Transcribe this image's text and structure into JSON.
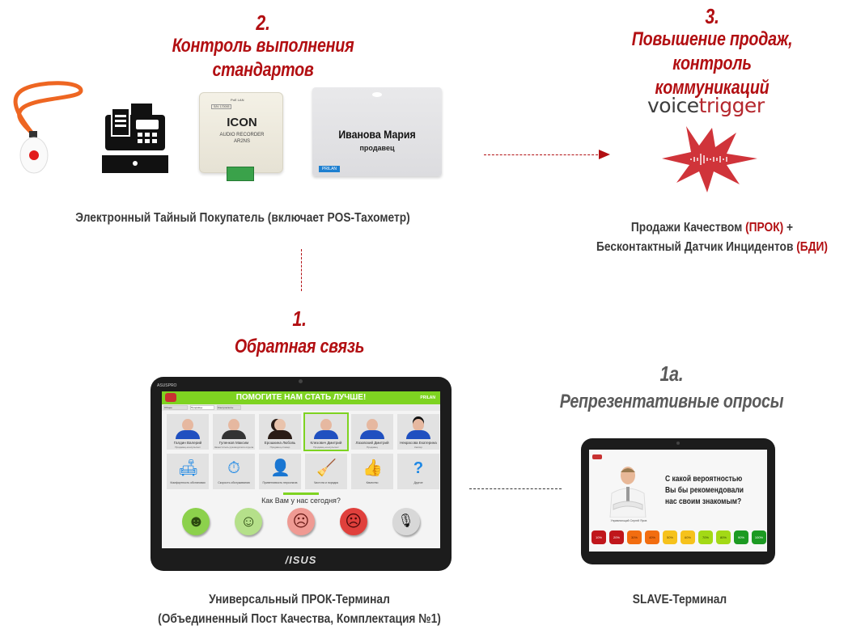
{
  "colors": {
    "accent_red": "#b20f12",
    "grey_heading": "#5a5a5a",
    "screen_green": "#7ed321"
  },
  "section2": {
    "number": "2.",
    "title": "Контроль выполнения стандартов"
  },
  "section3": {
    "number": "3.",
    "title_line1": "Повышение продаж,",
    "title_line2": "контроль коммуникаций"
  },
  "section1": {
    "number": "1.",
    "title": "Обратная связь"
  },
  "section1a": {
    "number": "1a.",
    "title": "Репрезентативные опросы"
  },
  "devices": {
    "recorder": {
      "brand": "ICON",
      "line1": "AUDIO RECORDER",
      "line2": "AR2NS",
      "top_label": "PoE LAN",
      "sn": "S/N: 170093"
    },
    "badge": {
      "name": "Иванова Мария",
      "role": "продавец",
      "logo": "PRILAN"
    }
  },
  "voicetrigger": {
    "part1": "voice",
    "part2": "trigger"
  },
  "captions": {
    "mystery_shopper": "Электронный Тайный Покупатель (включает POS-Тахометр)",
    "sales_line1_a": "Продажи Качеством ",
    "sales_line1_b": "(ПРОК)",
    "sales_line1_c": " +",
    "sales_line2_a": "Бесконтактный Датчик Инцидентов ",
    "sales_line2_b": "(БДИ)",
    "terminal_line1": "Универсальный ПРОК-Терминал",
    "terminal_line2": "(Объединенный Пост Качества, Комплектация №1)",
    "slave": "SLAVE-Терминал"
  },
  "terminal": {
    "device_brand": "ASUSPRO",
    "header": "ПОМОГИТЕ НАМ СТАТЬ ЛУЧШЕ!",
    "header_brand": "PRILAN",
    "tabs": [
      "Общее",
      "Продавцы",
      "Консультанты"
    ],
    "staff": [
      {
        "name": "Галдин Валерий",
        "role": "Продавец-консультант"
      },
      {
        "name": "Гуленков Максим",
        "role": "Заместитель руководителя отдела"
      },
      {
        "name": "Ерошкина Любовь",
        "role": "Продавец-стажер"
      },
      {
        "name": "Клезович Дмитрий",
        "role": "Продавец-консультант"
      },
      {
        "name": "Лазовский Дмитрий",
        "role": "Продавец"
      },
      {
        "name": "Некрасова Екатерина",
        "role": "Кассир"
      }
    ],
    "categories": [
      {
        "label": "Комфортность обстановки",
        "icon": "armchair-icon",
        "glyph": "🛋"
      },
      {
        "label": "Скорость обслуживания",
        "icon": "stopwatch-icon",
        "glyph": "⏱"
      },
      {
        "label": "Приветливость персонала",
        "icon": "person-icon",
        "glyph": "👤"
      },
      {
        "label": "Чистота и порядок",
        "icon": "broom-icon",
        "glyph": "🧹"
      },
      {
        "label": "Качество",
        "icon": "thumbs-up-icon",
        "glyph": "👍"
      },
      {
        "label": "Другое",
        "icon": "question-icon",
        "glyph": "?"
      }
    ],
    "question": "Как Вам у нас сегодня?",
    "faces": [
      {
        "name": "very-happy-face",
        "glyph": "☻",
        "color": "#8cd14c"
      },
      {
        "name": "happy-face",
        "glyph": "☺",
        "color": "#b5e08a"
      },
      {
        "name": "sad-face",
        "glyph": "☹",
        "color": "#ef9a93"
      },
      {
        "name": "very-sad-face",
        "glyph": "☹",
        "color": "#e0403c"
      },
      {
        "name": "microphone-button",
        "glyph": "🎙",
        "color": "#d8d8d8"
      }
    ],
    "maker": "/ISUS"
  },
  "slave_terminal": {
    "question": "С какой вероятностью Вы бы рекомендовали нас своим знакомым?",
    "person_caption": "Управляющий Сергей Яров",
    "scale": [
      {
        "label": "10%",
        "color": "#c0161b"
      },
      {
        "label": "20%",
        "color": "#c0161b"
      },
      {
        "label": "30%",
        "color": "#f26d10"
      },
      {
        "label": "40%",
        "color": "#f26d10"
      },
      {
        "label": "50%",
        "color": "#f6c21c"
      },
      {
        "label": "60%",
        "color": "#f6c21c"
      },
      {
        "label": "70%",
        "color": "#a3d916"
      },
      {
        "label": "80%",
        "color": "#a3d916"
      },
      {
        "label": "90%",
        "color": "#1c9a22"
      },
      {
        "label": "100%",
        "color": "#1c9a22"
      }
    ]
  }
}
